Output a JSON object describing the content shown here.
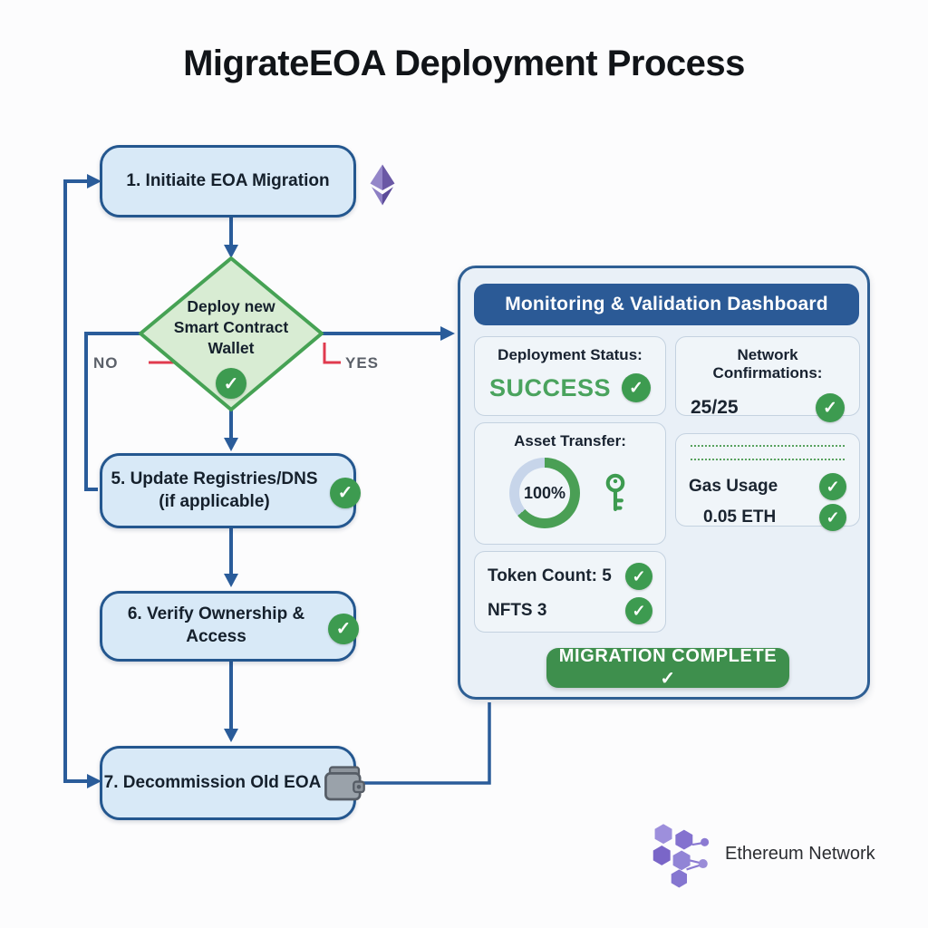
{
  "title": "MigrateEOA Deployment Process",
  "colors": {
    "accent_blue": "#2a5c9a",
    "node_fill": "#d8e9f7",
    "diamond_fill": "#d8ecd3",
    "diamond_border": "#46a254",
    "success_green": "#3d9b50",
    "branch_red": "#e03a4e",
    "header_blue": "#2b5a96",
    "panel_fill": "#e9f0f7",
    "button_green": "#3e8f4d",
    "ethereum_purple": "#7d6bb5"
  },
  "flowchart": {
    "step1_label": "1. Initiaite EOA Migration",
    "decision_label": "Deploy new\nSmart Contract\nWallet",
    "no_label": "NO",
    "yes_label": "YES",
    "step5_label": "5. Update Registries/DNS\n(if applicable)",
    "step6_label": "6. Verify Ownership & Access",
    "step7_label": "7. Decommission Old EOA"
  },
  "dashboard": {
    "title": "Monitoring & Validation Dashboard",
    "deployment_status_label": "Deployment Status:",
    "deployment_status_value": "SUCCESS",
    "network_confirmations_label": "Network Confirmations:",
    "network_confirmations_value": "25/25",
    "asset_transfer_label": "Asset Transfer:",
    "asset_transfer_progress": "100%",
    "asset_transfer_percent": 100,
    "gas_usage_label": "Gas Usage",
    "gas_usage_value": "0.05 ETH",
    "token_count_label": "Token Count:",
    "token_count_value": "5",
    "nfts_label": "NFTS",
    "nfts_value": "3",
    "complete_button_label": "MIGRATION COMPLETE ✓"
  },
  "footer": {
    "network_label": "Ethereum Network"
  }
}
